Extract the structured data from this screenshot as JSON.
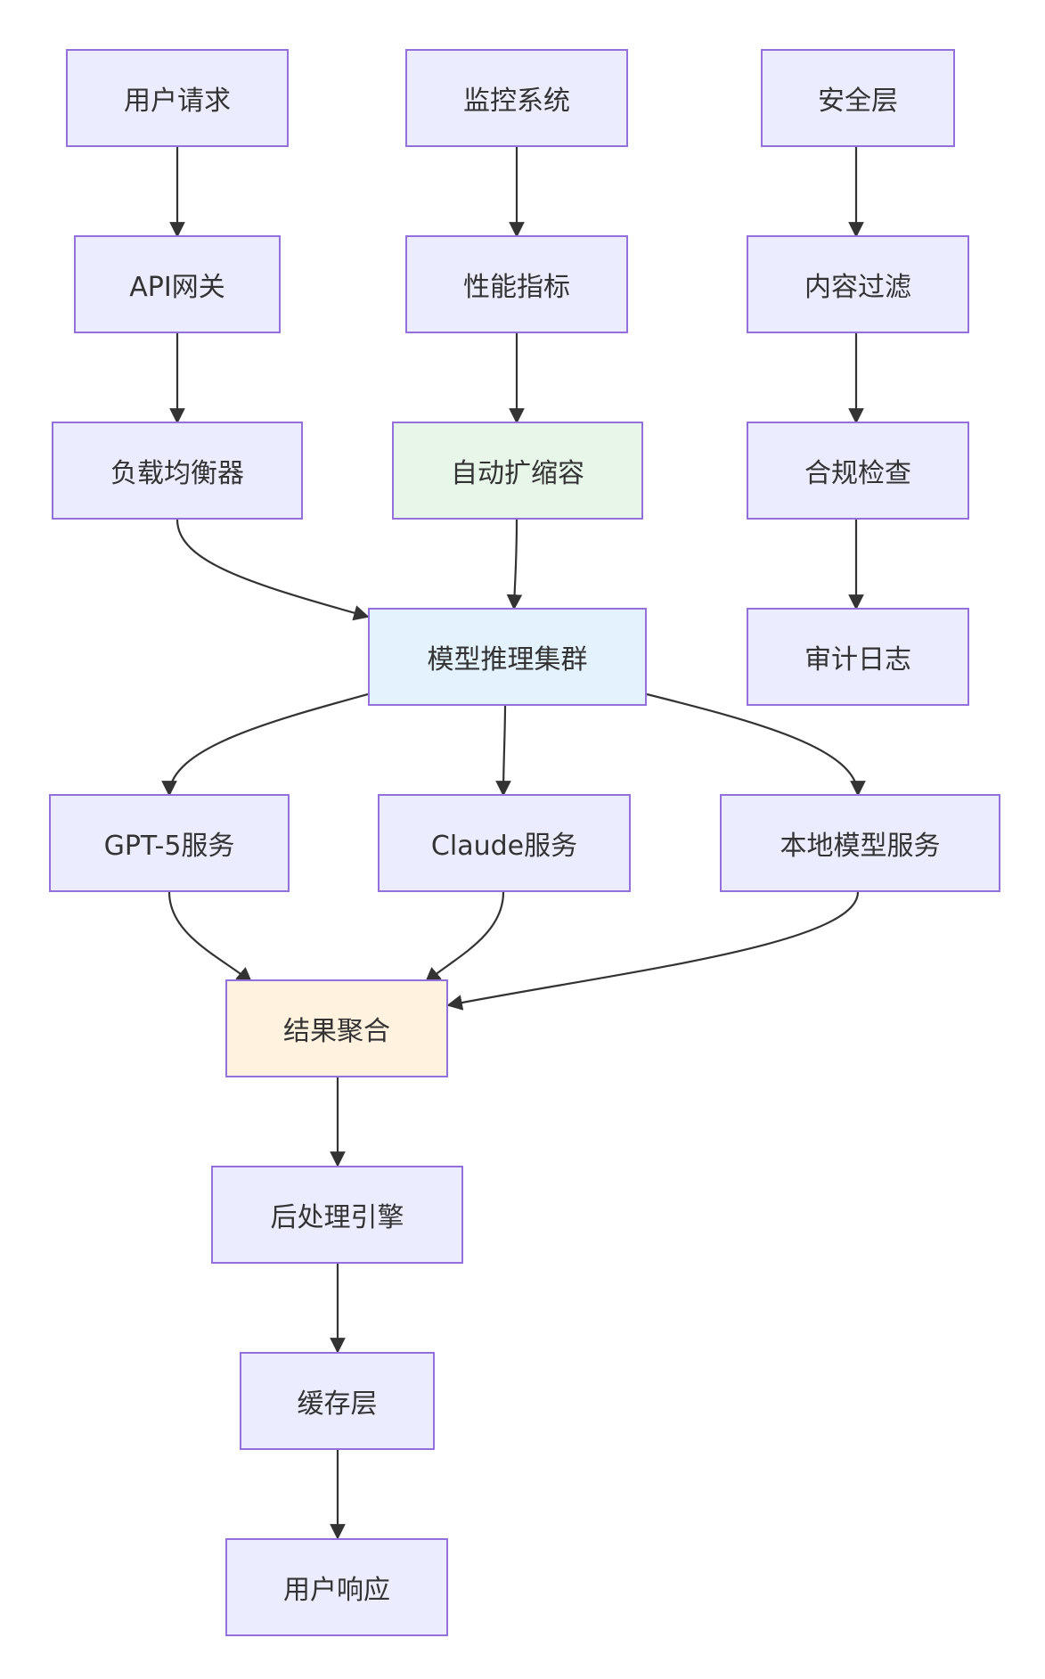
{
  "diagram": {
    "type": "flowchart",
    "colors": {
      "default_fill": "#ECECFF",
      "border": "#9370DB",
      "edge": "#333333",
      "text": "#333333",
      "autoscale_fill": "#E8F5E9",
      "cluster_fill": "#E3F2FD",
      "aggregate_fill": "#FFF3E0"
    },
    "nodes": {
      "user_request": "用户请求",
      "api_gateway": "API网关",
      "load_balancer": "负载均衡器",
      "monitoring": "监控系统",
      "metrics": "性能指标",
      "autoscaling": "自动扩缩容",
      "security": "安全层",
      "content_filter": "内容过滤",
      "compliance": "合规检查",
      "audit_log": "审计日志",
      "inference_cluster": "模型推理集群",
      "gpt5": "GPT-5服务",
      "claude": "Claude服务",
      "local_model": "本地模型服务",
      "aggregation": "结果聚合",
      "postprocess": "后处理引擎",
      "cache": "缓存层",
      "user_response": "用户响应"
    },
    "edges": [
      [
        "user_request",
        "api_gateway"
      ],
      [
        "api_gateway",
        "load_balancer"
      ],
      [
        "load_balancer",
        "inference_cluster"
      ],
      [
        "monitoring",
        "metrics"
      ],
      [
        "metrics",
        "autoscaling"
      ],
      [
        "autoscaling",
        "inference_cluster"
      ],
      [
        "security",
        "content_filter"
      ],
      [
        "content_filter",
        "compliance"
      ],
      [
        "compliance",
        "audit_log"
      ],
      [
        "inference_cluster",
        "gpt5"
      ],
      [
        "inference_cluster",
        "claude"
      ],
      [
        "inference_cluster",
        "local_model"
      ],
      [
        "gpt5",
        "aggregation"
      ],
      [
        "claude",
        "aggregation"
      ],
      [
        "local_model",
        "aggregation"
      ],
      [
        "aggregation",
        "postprocess"
      ],
      [
        "postprocess",
        "cache"
      ],
      [
        "cache",
        "user_response"
      ]
    ]
  }
}
